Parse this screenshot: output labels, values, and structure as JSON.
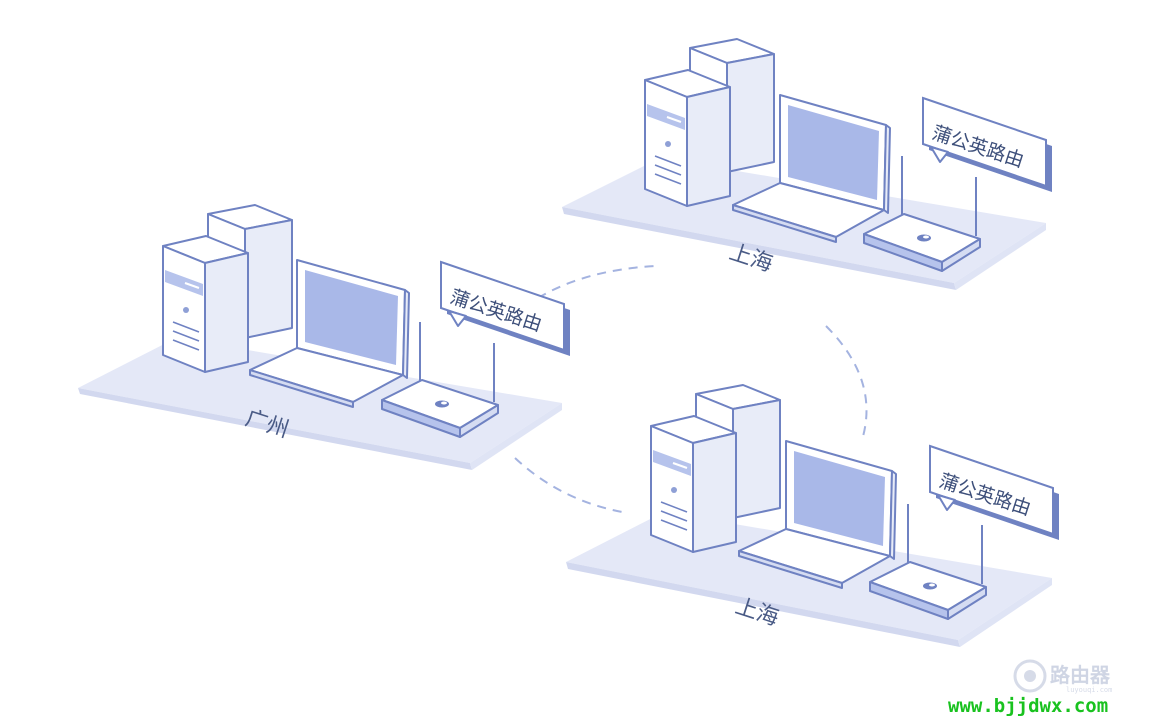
{
  "sites": [
    {
      "city": "广州",
      "router_label": "蒲公英路由"
    },
    {
      "city": "上海",
      "router_label": "蒲公英路由"
    },
    {
      "city": "上海",
      "router_label": "蒲公英路由"
    }
  ],
  "watermark": {
    "brand": "路由器",
    "sub": "luyouqi.com",
    "url": "www.bjjdwx.com"
  },
  "colors": {
    "platform_top": "#e3e7f7",
    "platform_side": "#d3d9f0",
    "outline": "#6f82c2",
    "panel_white": "#ffffff",
    "panel_light": "#eef1fa",
    "screen_fill": "#a9b8e8",
    "dash": "#9fb0df",
    "text": "#3d4f7a",
    "url_green": "#19c21f"
  }
}
